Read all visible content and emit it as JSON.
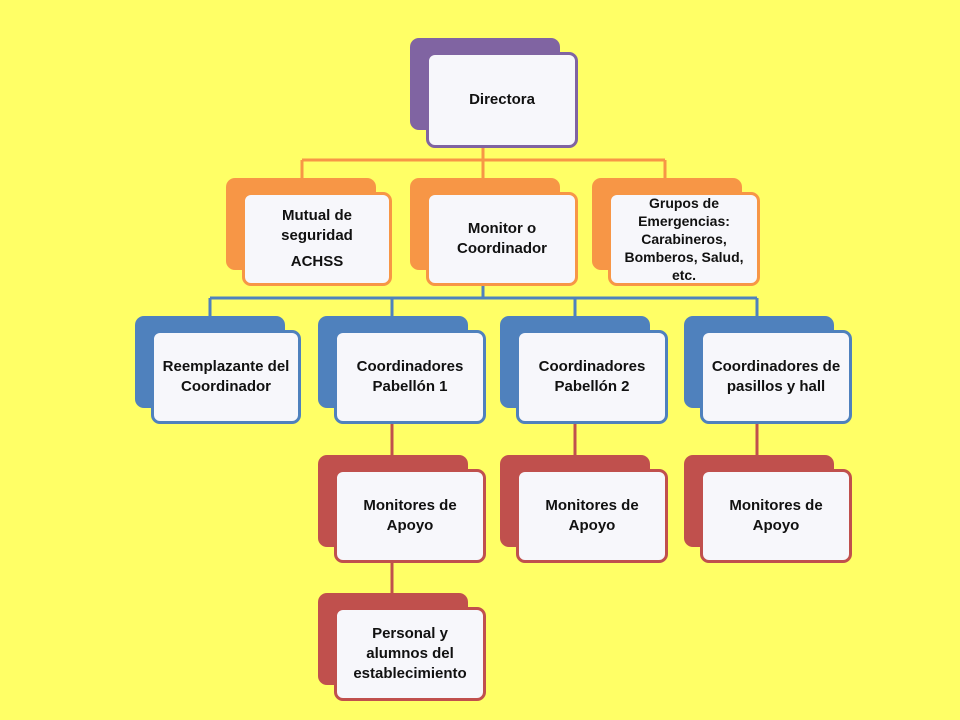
{
  "colors": {
    "background": "#ffff66",
    "purple": "#8064a2",
    "orange": "#f79646",
    "blue": "#4f81bd",
    "red": "#c0504d",
    "connector_orange": "#f79646",
    "connector_blue": "#4f81bd",
    "connector_red": "#c0504d"
  },
  "nodes": {
    "directora": {
      "label": "Directora"
    },
    "mutual": {
      "label": "Mutual de seguridad",
      "sub": "ACHSS"
    },
    "monitor": {
      "label": "Monitor o Coordinador"
    },
    "grupos": {
      "label": "Grupos de Emergencias: Carabineros, Bomberos, Salud, etc."
    },
    "reemplazante": {
      "label": "Reemplazante del Coordinador"
    },
    "coord1": {
      "label": "Coordinadores Pabellón 1"
    },
    "coord2": {
      "label": "Coordinadores Pabellón 2"
    },
    "coord_pasillos": {
      "label": "Coordinadores de pasillos y hall"
    },
    "monitores_apoyo_1": {
      "label": "Monitores de Apoyo"
    },
    "monitores_apoyo_2": {
      "label": "Monitores de Apoyo"
    },
    "monitores_apoyo_3": {
      "label": "Monitores de Apoyo"
    },
    "personal": {
      "label": "Personal y alumnos del establecimiento"
    }
  }
}
